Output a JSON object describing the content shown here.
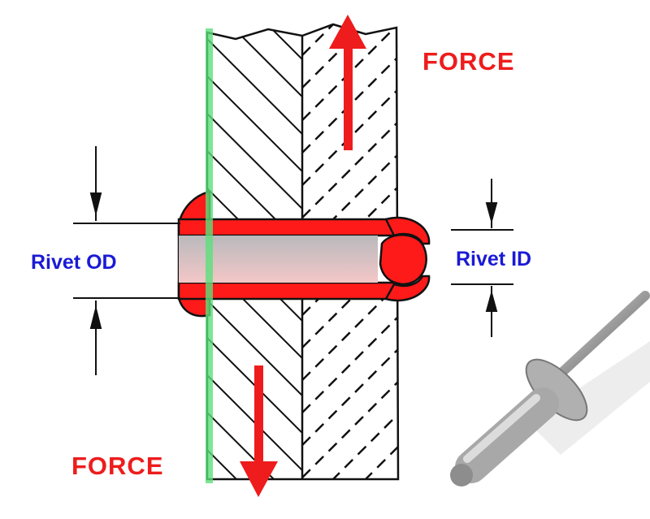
{
  "labels": {
    "force_top": "FORCE",
    "force_bottom": "FORCE",
    "rivet_od": "Rivet OD",
    "rivet_id": "Rivet ID"
  },
  "colors": {
    "force": "#ee1c1c",
    "rivet_label": "#1a1ad6",
    "rivet_body": "#ff1a1a",
    "edge_line": "#5be07a"
  }
}
